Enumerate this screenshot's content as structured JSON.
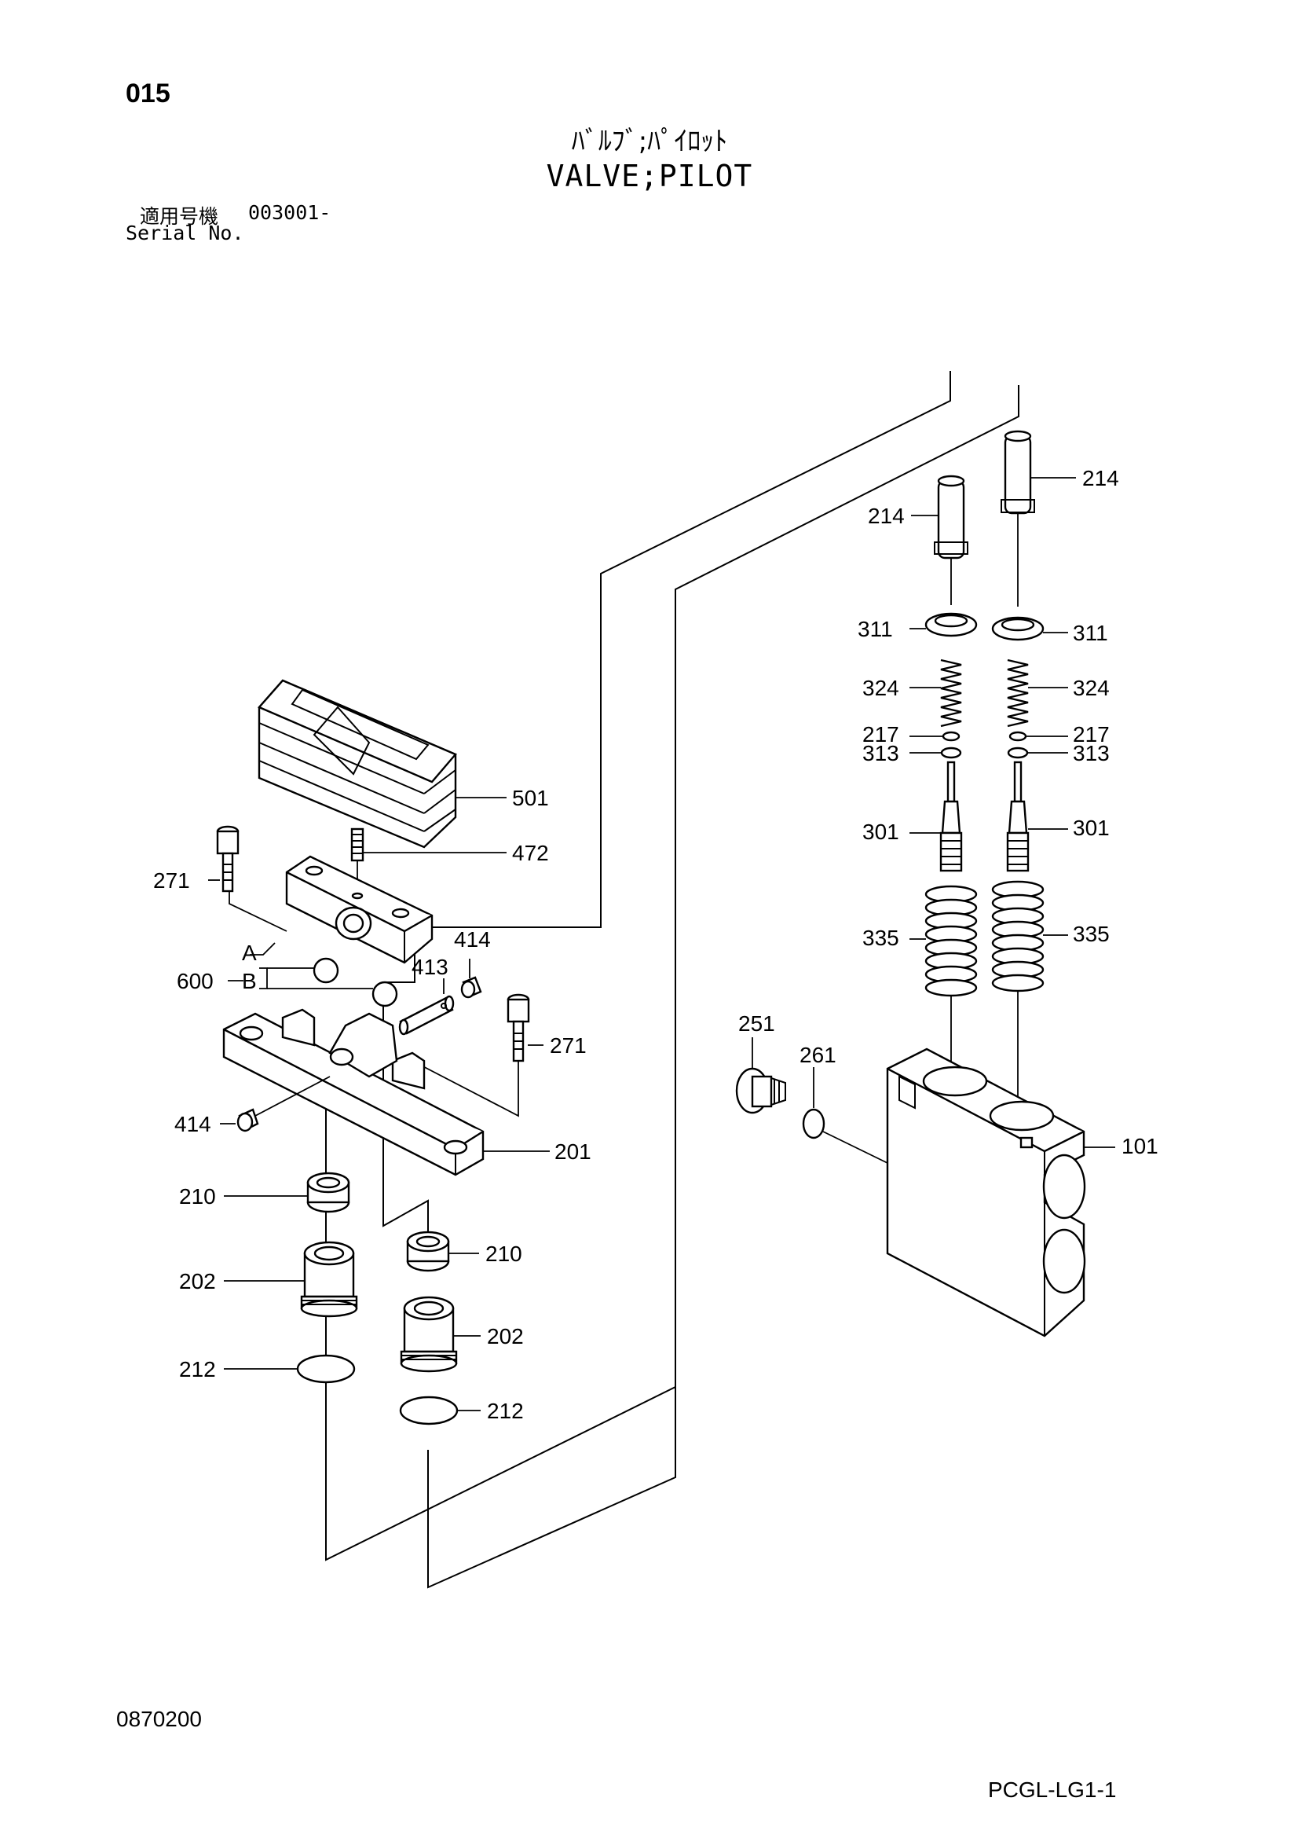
{
  "page": {
    "number": "015",
    "title_jp": "ﾊﾞﾙﾌﾞ;ﾊﾟｲﾛｯﾄ",
    "title_en": "VALVE;PILOT",
    "serial_label_jp": "適用号機",
    "serial_value": "003001-",
    "serial_label_en": "Serial No.",
    "doc_code": "0870200",
    "page_code": "PCGL-LG1-1"
  },
  "callouts": {
    "c214_right": "214",
    "c214_left": "214",
    "c311_left": "311",
    "c311_right": "311",
    "c324_left": "324",
    "c324_right": "324",
    "c217_left": "217",
    "c217_right": "217",
    "c313_left": "313",
    "c313_right": "313",
    "c301_left": "301",
    "c301_right": "301",
    "c335_left": "335",
    "c335_right": "335",
    "c501": "501",
    "c472": "472",
    "c271_top": "271",
    "c414_top": "414",
    "c413": "413",
    "c600": "600",
    "cA": "A",
    "cB": "B",
    "c271_mid": "271",
    "c414_low": "414",
    "c201": "201",
    "c251": "251",
    "c261": "261",
    "c101": "101",
    "c210_left": "210",
    "c210_right": "210",
    "c202_left": "202",
    "c202_right": "202",
    "c212_left": "212",
    "c212_right": "212"
  }
}
